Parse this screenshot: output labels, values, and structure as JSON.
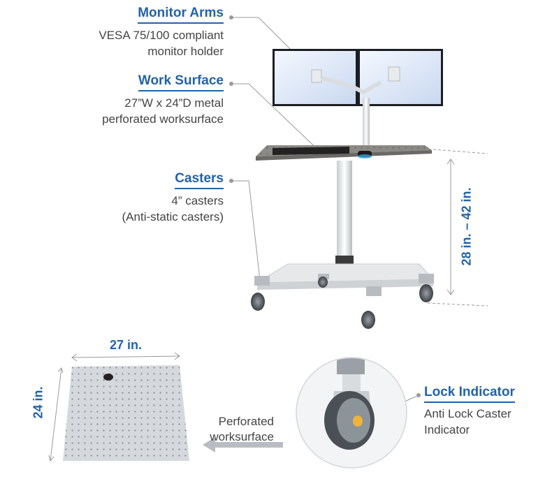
{
  "callouts": {
    "monitor_arms": {
      "title": "Monitor Arms",
      "line1": "VESA 75/100 compliant",
      "line2": "monitor holder"
    },
    "work_surface": {
      "title": "Work Surface",
      "line1": "27”W x 24”D metal",
      "line2": "perforated worksurface"
    },
    "casters": {
      "title": "Casters",
      "line1": "4” casters",
      "line2": "(Anti-static casters)"
    },
    "lock_indicator": {
      "title": "Lock Indicator",
      "line1": "Anti Lock Caster",
      "line2": "Indicator"
    }
  },
  "dimensions": {
    "height_range": "28 in. – 42 in.",
    "width": "27 in.",
    "depth": "24 in."
  },
  "perforated": {
    "line1": "Perforated",
    "line2": "worksurface"
  },
  "colors": {
    "accent": "#2363a8",
    "text": "#444444",
    "leader": "#9a9a9a",
    "frame": "#e6e8ea",
    "surface": "#8c8a86",
    "caster_lock": "#f0b43c"
  }
}
